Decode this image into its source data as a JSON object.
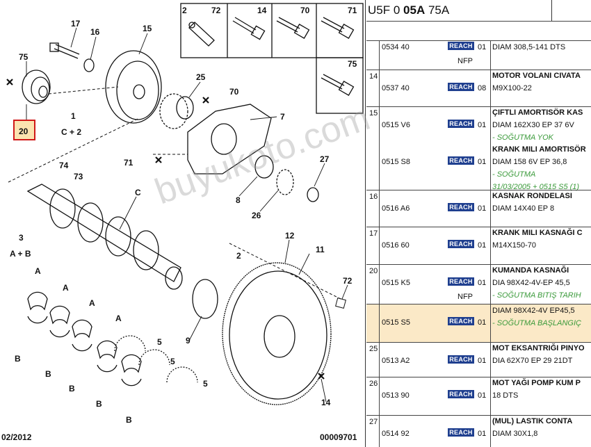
{
  "header": {
    "code_prefix": "U5F 0 ",
    "code_bold": "05A",
    "code_suffix": " 75A"
  },
  "badge_label": "REACH",
  "diagram": {
    "date": "02/2012",
    "ref": "00009701",
    "highlighted_label": "20",
    "labels": [
      "2",
      "72",
      "14",
      "70",
      "71",
      "75",
      "17",
      "16",
      "15",
      "75",
      "20",
      "1",
      "C + 2",
      "25",
      "70",
      "7",
      "74",
      "73",
      "71",
      "8",
      "27",
      "C",
      "26",
      "3",
      "A + B",
      "12",
      "2",
      "A",
      "A",
      "A",
      "A",
      "B",
      "B",
      "B",
      "B",
      "B",
      "5",
      "5",
      "5",
      "9",
      "72",
      "11",
      "14"
    ],
    "watermark": "buyukoto.com"
  },
  "rows": [
    {
      "index": "",
      "ref": "0534 40",
      "qty": "01",
      "nfp": "NFP",
      "lines": [
        {
          "text": "DIAM 308,5-141 DTS",
          "style": "normal"
        }
      ]
    },
    {
      "index": "14",
      "ref": "0537 40",
      "qty": "08",
      "lines": [
        {
          "text": "MOTOR VOLANI CIVATA",
          "style": "title"
        },
        {
          "text": "M9X100-22",
          "style": "normal"
        }
      ]
    },
    {
      "index": "15",
      "ref": "0515 V6",
      "qty": "01",
      "lines": [
        {
          "text": "ÇIFTLI AMORTISÖR KAS",
          "style": "title"
        },
        {
          "text": "DIAM 162X30 EP 37 6V",
          "style": "normal"
        },
        {
          "text": "- SOĞUTMA YOK",
          "style": "green"
        }
      ]
    },
    {
      "index": "",
      "ref": "0515 S8",
      "qty": "01",
      "lines": [
        {
          "text": "KRANK MILI AMORTISÖR",
          "style": "title"
        },
        {
          "text": "DIAM 158 6V EP 36,8",
          "style": "normal"
        },
        {
          "text": "- SOĞUTMA",
          "style": "green"
        },
        {
          "text": "31/03/2005 + 0515 S5 (1)",
          "style": "green"
        }
      ]
    },
    {
      "index": "16",
      "ref": "0516 A6",
      "qty": "01",
      "lines": [
        {
          "text": "KASNAK RONDELASI",
          "style": "title"
        },
        {
          "text": "DIAM 14X40 EP 8",
          "style": "normal"
        }
      ]
    },
    {
      "index": "17",
      "ref": "0516 60",
      "qty": "01",
      "lines": [
        {
          "text": "KRANK MILI KASNAĞI C",
          "style": "title"
        },
        {
          "text": "M14X150-70",
          "style": "normal"
        }
      ]
    },
    {
      "index": "20",
      "ref": "0515 K5",
      "qty": "01",
      "nfp": "NFP",
      "lines": [
        {
          "text": "KUMANDA KASNAĞI",
          "style": "title"
        },
        {
          "text": "DIA 98X42-4V-EP 45,5",
          "style": "normal"
        },
        {
          "text": "- SOĞUTMA BITIŞ TARIH",
          "style": "green"
        }
      ]
    },
    {
      "index": "",
      "ref": "0515 S5",
      "qty": "01",
      "highlight": true,
      "lines": [
        {
          "text": "DIAM 98X42-4V EP45,5",
          "style": "normal"
        },
        {
          "text": "- SOĞUTMA BAŞLANGIÇ",
          "style": "green"
        }
      ]
    },
    {
      "index": "25",
      "ref": "0513 A2",
      "qty": "01",
      "lines": [
        {
          "text": "MOT EKSANTRIĞI PINYO",
          "style": "title"
        },
        {
          "text": "DIA 62X70 EP 29 21DT",
          "style": "normal"
        }
      ]
    },
    {
      "index": "26",
      "ref": "0513 90",
      "qty": "01",
      "lines": [
        {
          "text": "MOT YAĞI POMP KUM P",
          "style": "title"
        },
        {
          "text": "18 DTS",
          "style": "normal"
        }
      ]
    },
    {
      "index": "27",
      "ref": "0514 92",
      "qty": "01",
      "lines": [
        {
          "text": "(MUL) LASTIK CONTA",
          "style": "title"
        },
        {
          "text": "DIAM 30X1,8",
          "style": "normal"
        }
      ]
    }
  ]
}
